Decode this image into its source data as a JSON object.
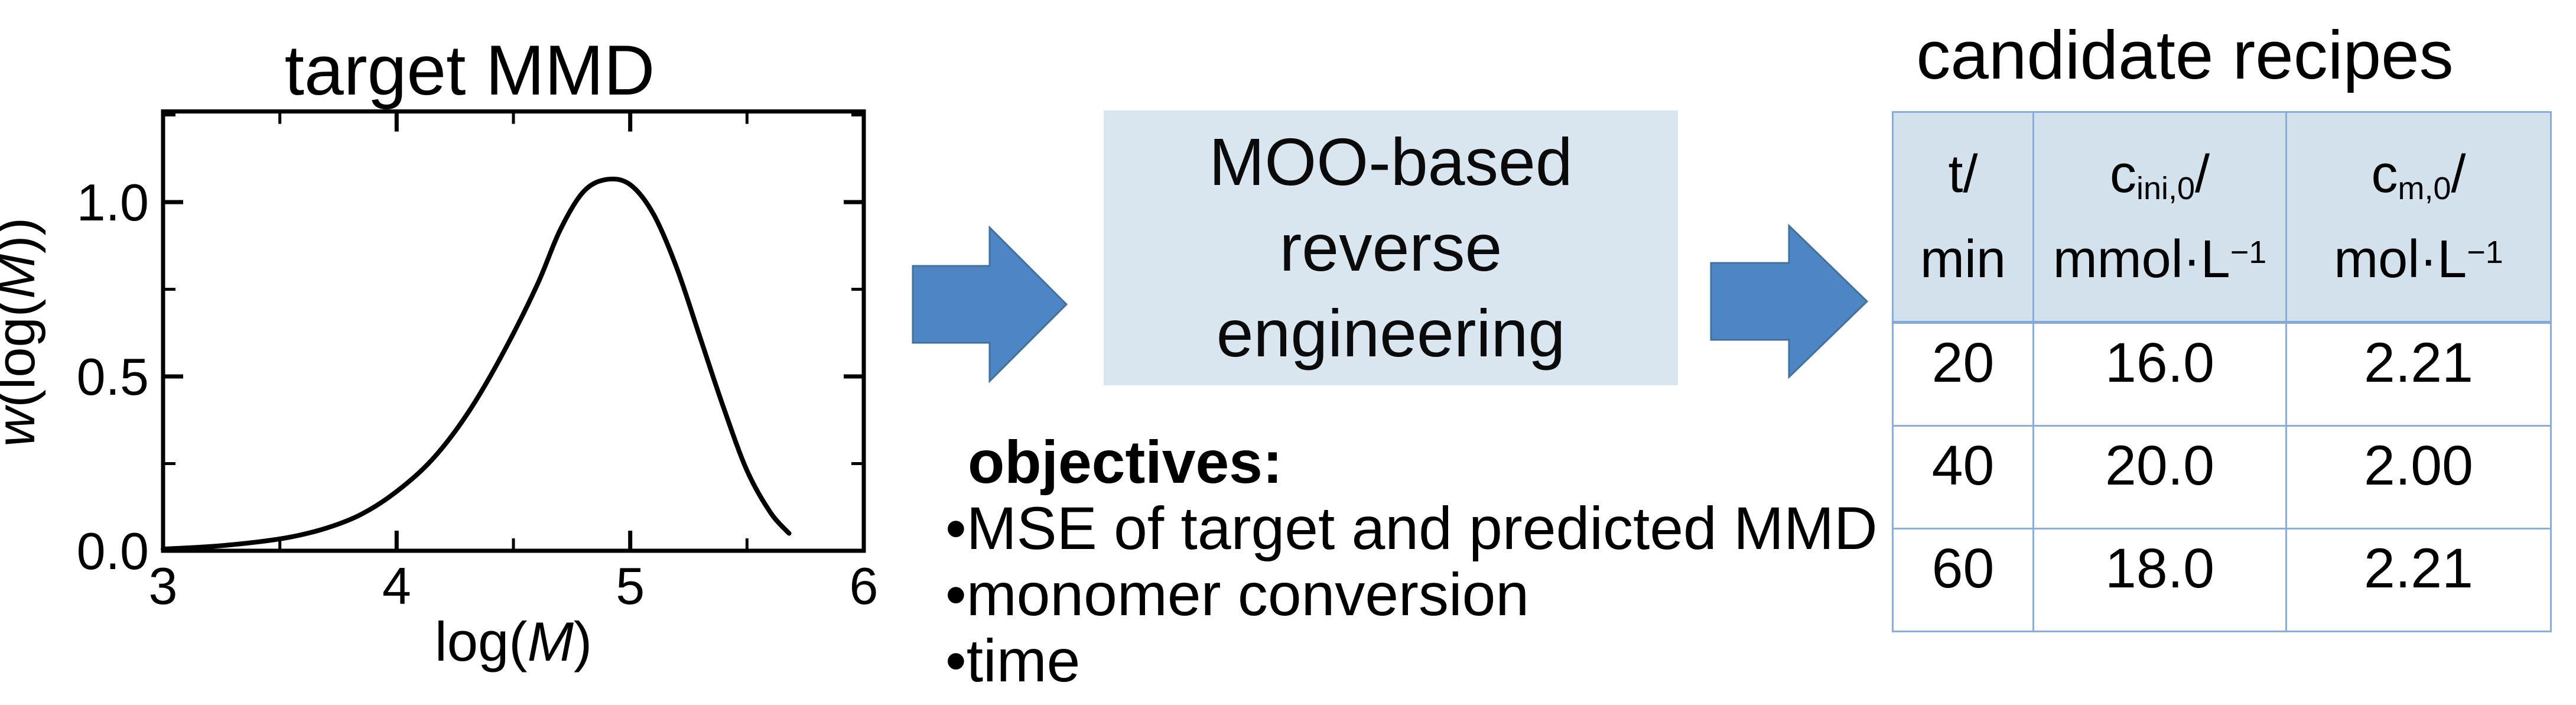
{
  "colors": {
    "arrow_fill": "#4e86c5",
    "arrow_edge": "#41719c",
    "moo_box_fill": "#d9e6ef",
    "table_header_fill": "#d3e1ec",
    "table_border": "#8aadda",
    "chart_line": "#000000",
    "text": "#000000"
  },
  "chart_data": {
    "type": "line",
    "title": "target MMD",
    "xlabel": "log(M)",
    "ylabel": "w(log(M))",
    "xlabel_segments": [
      {
        "t": "log(",
        "italic": false
      },
      {
        "t": "M",
        "italic": true
      },
      {
        "t": ")",
        "italic": false
      }
    ],
    "ylabel_segments": [
      {
        "t": "w",
        "italic": true
      },
      {
        "t": "(log(",
        "italic": false
      },
      {
        "t": "M",
        "italic": true
      },
      {
        "t": "))",
        "italic": false
      }
    ],
    "xlim": [
      3,
      6
    ],
    "ylim": [
      0,
      1.26
    ],
    "xticks": [
      3,
      4,
      5,
      6
    ],
    "xtick_labels": [
      "3",
      "4",
      "5",
      "6"
    ],
    "xminor_ticks": [
      3.5,
      4.5,
      5.5
    ],
    "yticks": [
      0,
      0.5,
      1.0
    ],
    "ytick_labels": [
      "0.0",
      "0.5",
      "1.0"
    ],
    "yminor_ticks": [
      0.25,
      0.75,
      1.25
    ],
    "grid": false,
    "legend": "none",
    "series": [
      {
        "name": "target MMD",
        "points": [
          [
            3.0,
            0.005
          ],
          [
            3.2,
            0.012
          ],
          [
            3.4,
            0.025
          ],
          [
            3.55,
            0.04
          ],
          [
            3.7,
            0.065
          ],
          [
            3.85,
            0.105
          ],
          [
            4.0,
            0.17
          ],
          [
            4.15,
            0.26
          ],
          [
            4.3,
            0.39
          ],
          [
            4.45,
            0.56
          ],
          [
            4.6,
            0.76
          ],
          [
            4.7,
            0.92
          ],
          [
            4.8,
            1.03
          ],
          [
            4.9,
            1.065
          ],
          [
            5.0,
            1.05
          ],
          [
            5.1,
            0.965
          ],
          [
            5.2,
            0.81
          ],
          [
            5.3,
            0.61
          ],
          [
            5.4,
            0.41
          ],
          [
            5.5,
            0.23
          ],
          [
            5.6,
            0.11
          ],
          [
            5.68,
            0.05
          ]
        ]
      }
    ]
  },
  "moo_box": {
    "lines": [
      "MOO-based",
      "reverse",
      "engineering"
    ]
  },
  "objectives": {
    "heading": "objectives:",
    "bullet": "•",
    "items": [
      "MSE of target and predicted MMD",
      "monomer conversion",
      "time"
    ]
  },
  "recipes": {
    "title": "candidate recipes",
    "headers": [
      {
        "sym": "t",
        "sub": "",
        "slash": "/",
        "unit": "min",
        "sup": ""
      },
      {
        "sym": "c",
        "sub": "ini,0",
        "slash": "/",
        "unit": "mmol·L",
        "sup": "−1"
      },
      {
        "sym": "c",
        "sub": "m,0",
        "slash": "/",
        "unit": "mol·L",
        "sup": "−1"
      }
    ],
    "rows": [
      [
        "20",
        "16.0",
        "2.21"
      ],
      [
        "40",
        "20.0",
        "2.00"
      ],
      [
        "60",
        "18.0",
        "2.21"
      ]
    ]
  }
}
